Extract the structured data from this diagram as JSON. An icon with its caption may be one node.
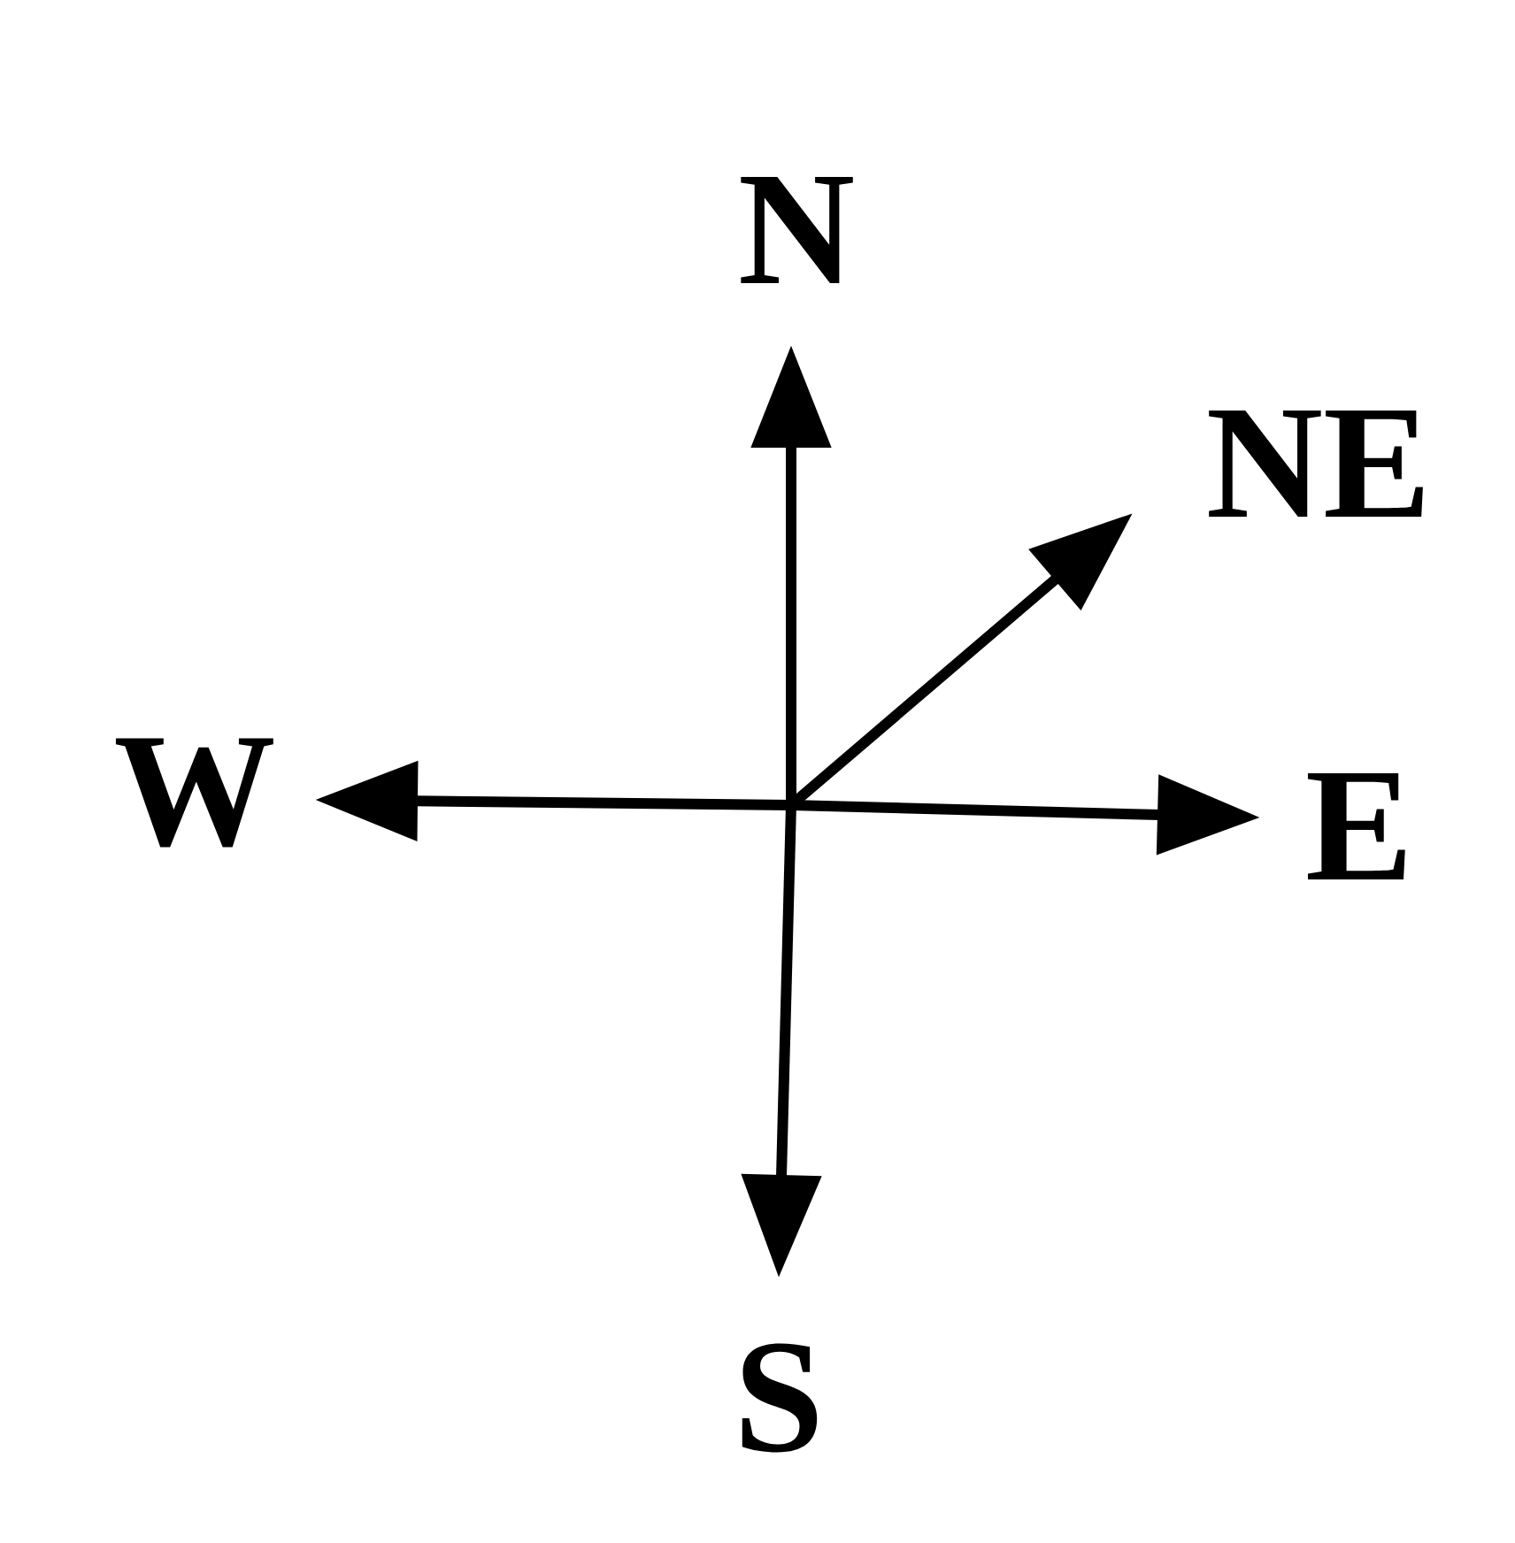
{
  "diagram": {
    "labels": [
      "N",
      "NE",
      "W",
      "E",
      "S"
    ]
  }
}
